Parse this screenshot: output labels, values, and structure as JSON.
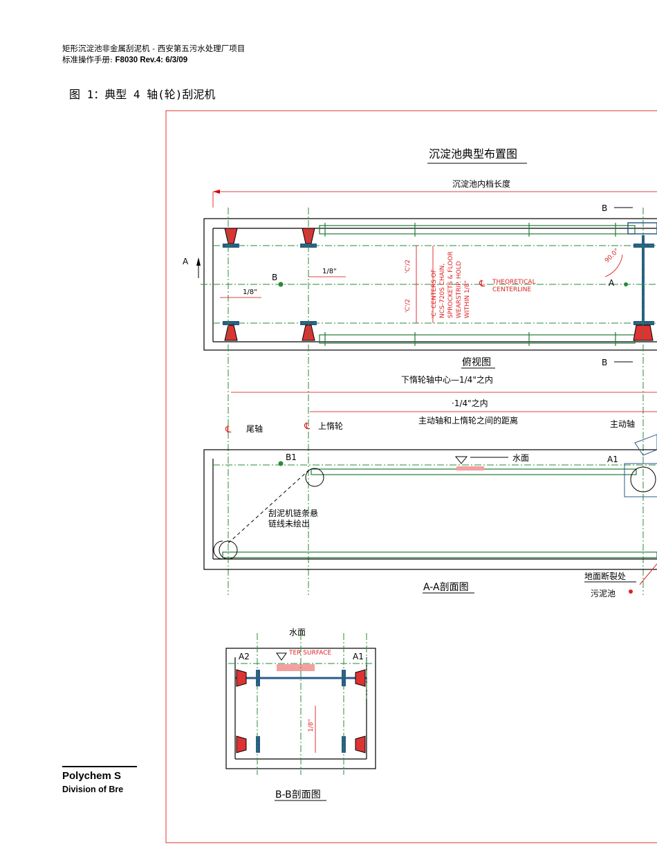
{
  "header": {
    "line1": "矩形沉淀池非金属刮泥机 - 西安第五污水处理厂项目",
    "line2_prefix": "标准操作手册: ",
    "line2_bold": "F8030 Rev.4: 6/3/09"
  },
  "figure_title": "图 1：典型 4 轴(轮)刮泥机",
  "drawing": {
    "main_title": "沉淀池典型布置图",
    "length_label": "沉淀池内档长度",
    "plan_view_label": "俯视图",
    "section_a_label": "A-A剖面图",
    "section_b_label": "B-B剖面图",
    "marks": {
      "A": "A",
      "B": "B",
      "A1": "A1",
      "A2": "A2",
      "B1": "B1"
    },
    "angle": "90.0°",
    "fraction_1_8": "1/8\"",
    "c_half": "'C'/2",
    "centers_note": [
      "'C' CENTERS OF",
      "NCS-720S CHAIN,",
      "SPROCKETS & FLOOR",
      "WEARSTRIP. HOLD",
      "WITHIN 1/8\""
    ],
    "theoretical": [
      "THEORETICAL",
      "CENTERLINE"
    ],
    "idler_lower_note": "下惰轮轴中心—1/4\"之内",
    "within_quarter": "·1/4\"之内",
    "distance_note": "主动轴和上惰轮之间的距离",
    "tail_shaft": "尾轴",
    "upper_idler": "上惰轮",
    "drive_shaft": "主动轴",
    "water_surface": "水面",
    "chain_note": [
      "刮泥机链条悬",
      "链线未绘出"
    ],
    "floor_break": "地面断裂处",
    "sludge_pit": "污泥池",
    "water_surface_en": "TER SURFACE"
  },
  "company": {
    "name": "Polychem S",
    "division": "Division of Bre"
  }
}
